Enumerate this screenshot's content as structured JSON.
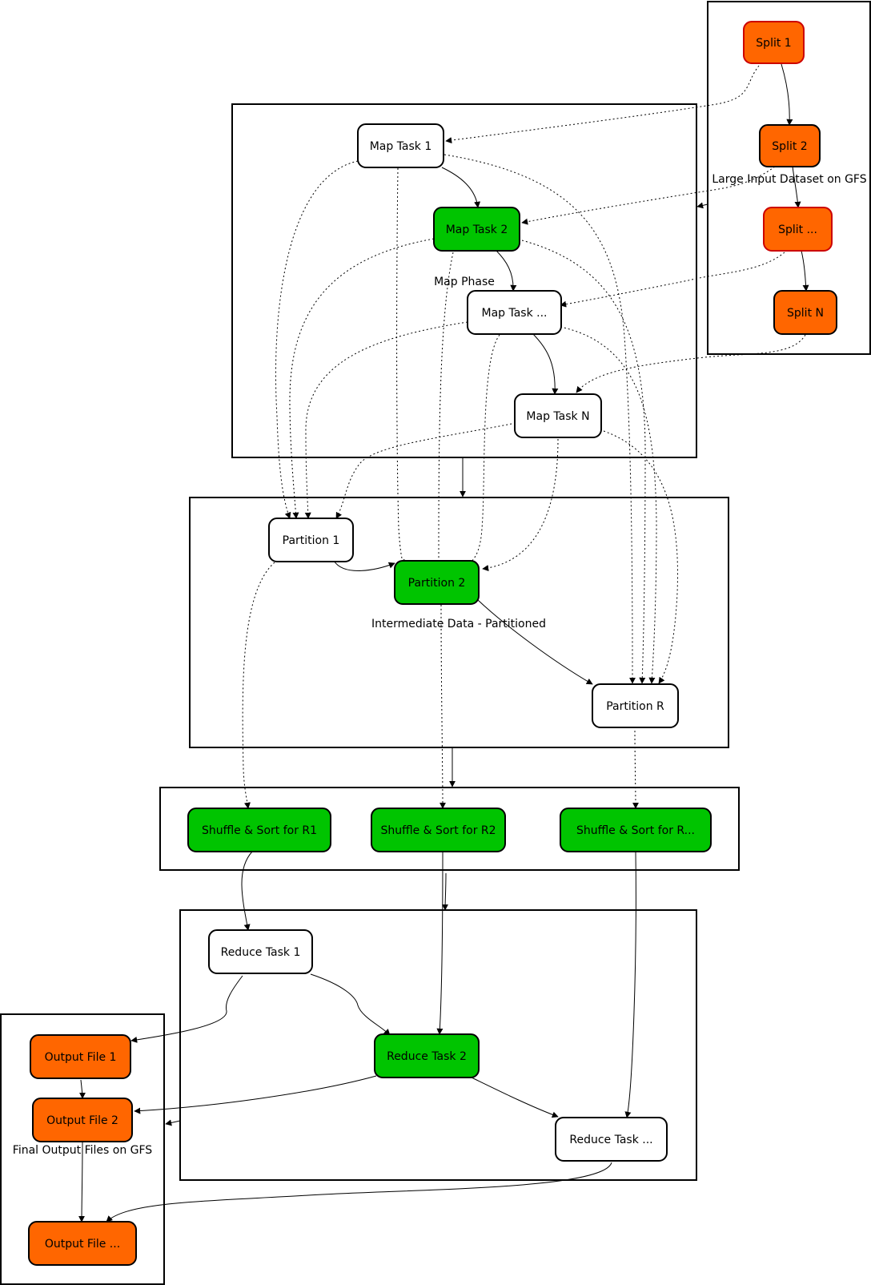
{
  "colors": {
    "orange": "#ff6600",
    "orange_border": "#cc0000",
    "green": "#00c400",
    "white": "#ffffff",
    "stroke": "#000000"
  },
  "clusters": {
    "input": {
      "label": "Large Input Dataset on GFS"
    },
    "map": {
      "label": "Map Phase"
    },
    "intermediate": {
      "label": "Intermediate Data - Partitioned"
    },
    "shuffle": {
      "label": ""
    },
    "reduce": {
      "label": ""
    },
    "output": {
      "label": "Final Output Files on GFS"
    }
  },
  "nodes": {
    "split_1": {
      "label": "Split 1",
      "fill": "orange"
    },
    "split_2": {
      "label": "Split 2",
      "fill": "orange"
    },
    "split_more": {
      "label": "Split ...",
      "fill": "orange"
    },
    "split_n": {
      "label": "Split N",
      "fill": "orange"
    },
    "map_task_1": {
      "label": "Map Task 1",
      "fill": "white"
    },
    "map_task_2": {
      "label": "Map Task 2",
      "fill": "green"
    },
    "map_task_more": {
      "label": "Map Task ...",
      "fill": "white"
    },
    "map_task_n": {
      "label": "Map Task N",
      "fill": "white"
    },
    "partition_1": {
      "label": "Partition 1",
      "fill": "white"
    },
    "partition_2": {
      "label": "Partition 2",
      "fill": "green"
    },
    "partition_r": {
      "label": "Partition R",
      "fill": "white"
    },
    "shuffle_r1": {
      "label": "Shuffle & Sort for R1",
      "fill": "green"
    },
    "shuffle_r2": {
      "label": "Shuffle & Sort for R2",
      "fill": "green"
    },
    "shuffle_rmore": {
      "label": "Shuffle & Sort for R...",
      "fill": "green"
    },
    "reduce_task_1": {
      "label": "Reduce Task 1",
      "fill": "white"
    },
    "reduce_task_2": {
      "label": "Reduce Task 2",
      "fill": "green"
    },
    "reduce_task_more": {
      "label": "Reduce Task ...",
      "fill": "white"
    },
    "output_file_1": {
      "label": "Output File 1",
      "fill": "orange"
    },
    "output_file_2": {
      "label": "Output File 2",
      "fill": "orange"
    },
    "output_file_more": {
      "label": "Output File ...",
      "fill": "orange"
    }
  }
}
